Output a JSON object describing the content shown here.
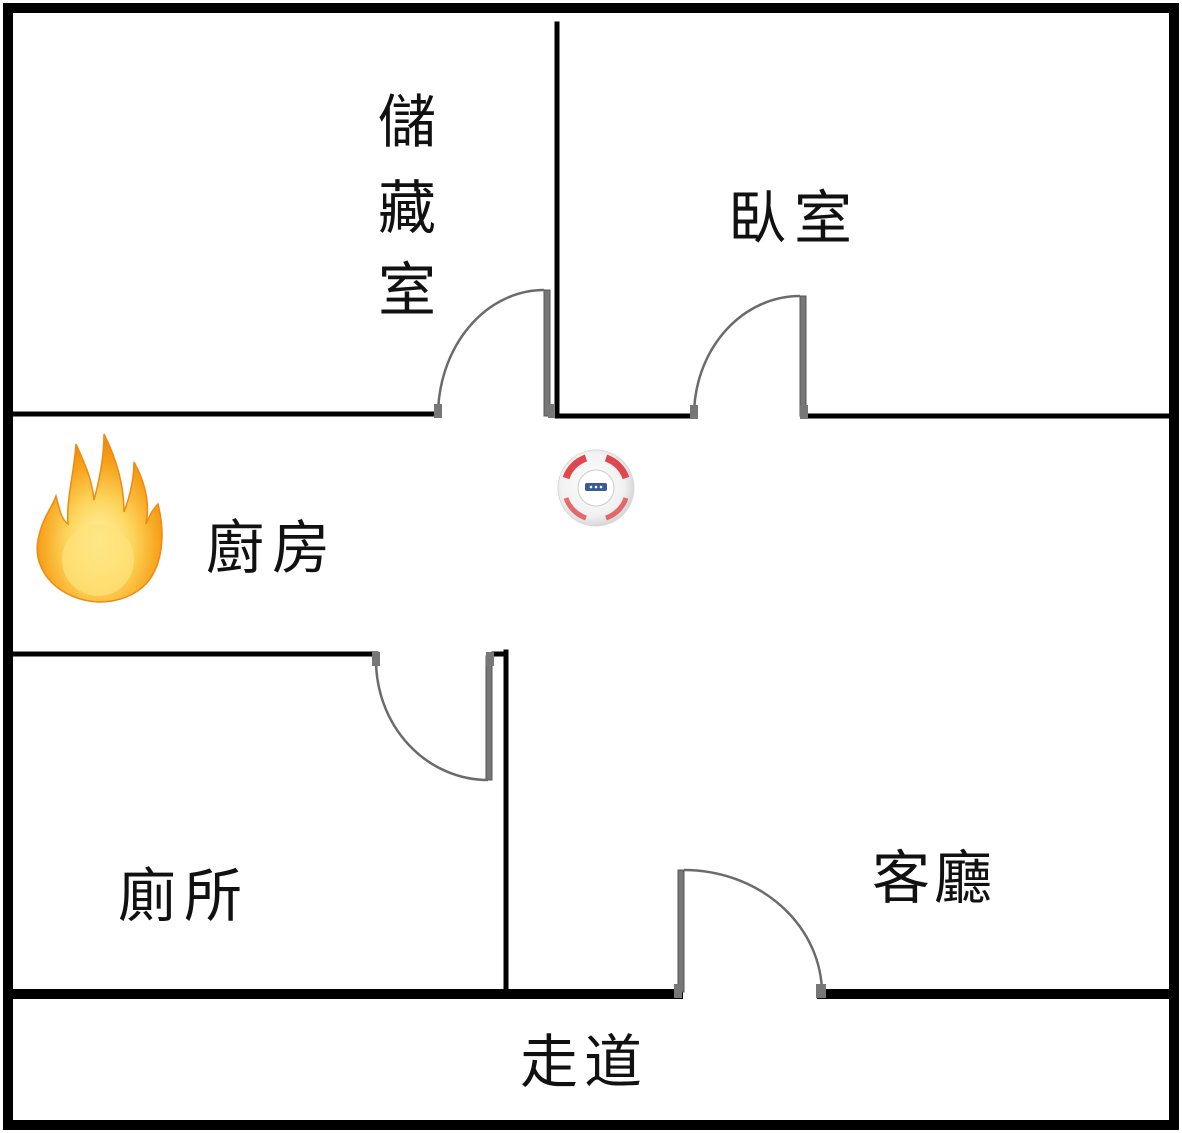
{
  "rooms": {
    "storage": "儲藏室",
    "storage_chars": [
      "儲",
      "藏",
      "室"
    ],
    "bedroom": "臥室",
    "kitchen": "廚房",
    "toilet": "廁所",
    "living_room": "客廳",
    "corridor": "走道"
  },
  "icons": {
    "fire": "fire-icon",
    "smoke_detector": "smoke-detector-icon"
  },
  "colors": {
    "wall": "#000000",
    "door": "#777777",
    "fire_outer": "#f7a21b",
    "fire_inner": "#fde27a",
    "detector_red": "#e0474c"
  }
}
